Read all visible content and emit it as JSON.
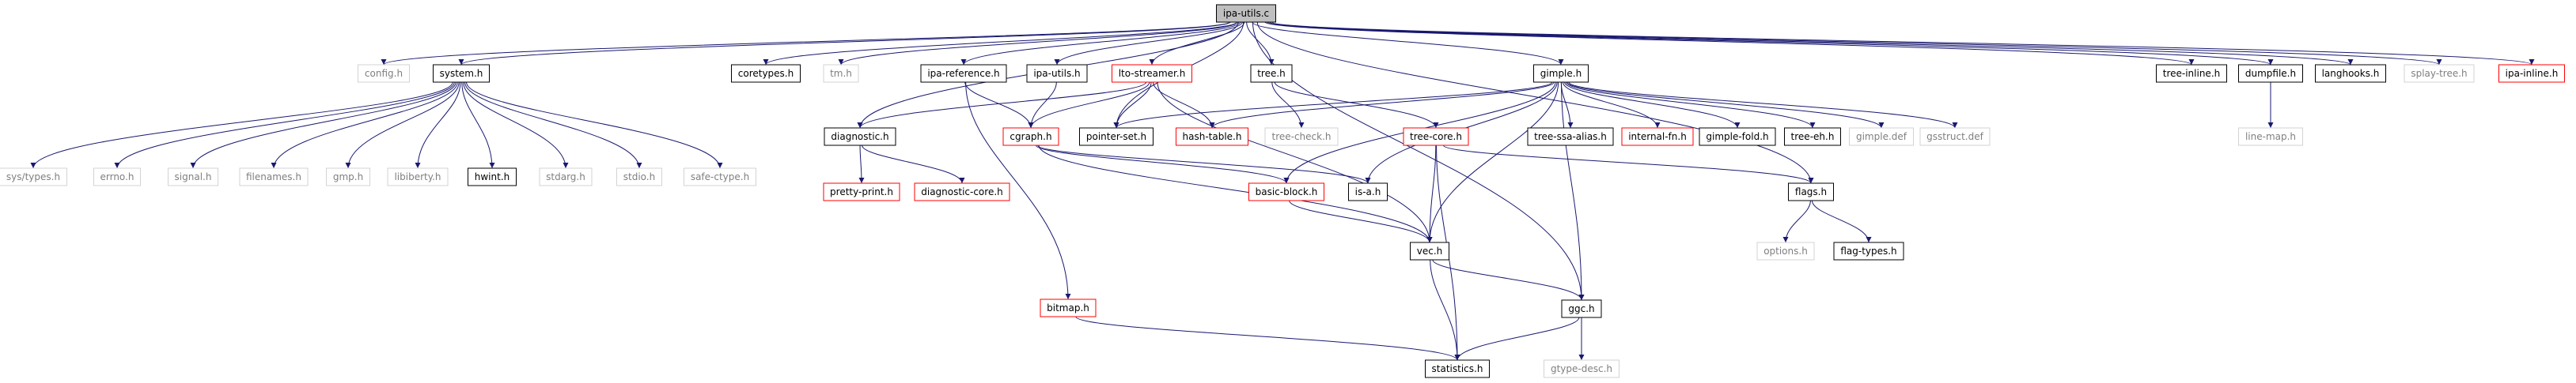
{
  "title": "ipa-utils.c",
  "colors": {
    "edge": "#191970",
    "edge_alt": "#8b1a1a",
    "box_current_fill": "#bfbfbf",
    "box_doc_border": "#000000",
    "box_missing_border": "#d3d3d3",
    "box_trunc_border": "#ff0000",
    "text_normal": "#000000",
    "text_missing": "#7f7f7f"
  },
  "nodes": [
    {
      "id": "ipa_utils_c",
      "label": "ipa-utils.c",
      "kind": "current"
    },
    {
      "id": "config_h",
      "label": "config.h",
      "kind": "missing"
    },
    {
      "id": "system_h",
      "label": "system.h",
      "kind": "doc"
    },
    {
      "id": "coretypes_h",
      "label": "coretypes.h",
      "kind": "doc"
    },
    {
      "id": "tm_h",
      "label": "tm.h",
      "kind": "missing"
    },
    {
      "id": "ipa_reference_h",
      "label": "ipa-reference.h",
      "kind": "doc"
    },
    {
      "id": "ipa_utils_h",
      "label": "ipa-utils.h",
      "kind": "doc"
    },
    {
      "id": "lto_streamer_h",
      "label": "lto-streamer.h",
      "kind": "trunc"
    },
    {
      "id": "tree_h",
      "label": "tree.h",
      "kind": "doc"
    },
    {
      "id": "gimple_h",
      "label": "gimple.h",
      "kind": "doc"
    },
    {
      "id": "tree_inline_h",
      "label": "tree-inline.h",
      "kind": "doc"
    },
    {
      "id": "dumpfile_h",
      "label": "dumpfile.h",
      "kind": "doc"
    },
    {
      "id": "langhooks_h",
      "label": "langhooks.h",
      "kind": "doc"
    },
    {
      "id": "splay_tree_h",
      "label": "splay-tree.h",
      "kind": "missing"
    },
    {
      "id": "ipa_inline_h",
      "label": "ipa-inline.h",
      "kind": "trunc"
    },
    {
      "id": "sys_types_h",
      "label": "sys/types.h",
      "kind": "missing"
    },
    {
      "id": "errno_h",
      "label": "errno.h",
      "kind": "missing"
    },
    {
      "id": "signal_h",
      "label": "signal.h",
      "kind": "missing"
    },
    {
      "id": "filenames_h",
      "label": "filenames.h",
      "kind": "missing"
    },
    {
      "id": "gmp_h",
      "label": "gmp.h",
      "kind": "missing"
    },
    {
      "id": "libiberty_h",
      "label": "libiberty.h",
      "kind": "missing"
    },
    {
      "id": "hwint_h",
      "label": "hwint.h",
      "kind": "doc"
    },
    {
      "id": "stdarg_h",
      "label": "stdarg.h",
      "kind": "missing"
    },
    {
      "id": "stdio_h",
      "label": "stdio.h",
      "kind": "missing"
    },
    {
      "id": "safe_ctype_h",
      "label": "safe-ctype.h",
      "kind": "missing"
    },
    {
      "id": "diagnostic_h",
      "label": "diagnostic.h",
      "kind": "doc"
    },
    {
      "id": "cgraph_h",
      "label": "cgraph.h",
      "kind": "trunc"
    },
    {
      "id": "pointer_set_h",
      "label": "pointer-set.h",
      "kind": "doc"
    },
    {
      "id": "hash_table_h",
      "label": "hash-table.h",
      "kind": "trunc"
    },
    {
      "id": "tree_check_h",
      "label": "tree-check.h",
      "kind": "missing"
    },
    {
      "id": "tree_core_h",
      "label": "tree-core.h",
      "kind": "trunc"
    },
    {
      "id": "tree_ssa_alias_h",
      "label": "tree-ssa-alias.h",
      "kind": "doc"
    },
    {
      "id": "internal_fn_h",
      "label": "internal-fn.h",
      "kind": "trunc"
    },
    {
      "id": "gimple_fold_h",
      "label": "gimple-fold.h",
      "kind": "doc"
    },
    {
      "id": "tree_eh_h",
      "label": "tree-eh.h",
      "kind": "doc"
    },
    {
      "id": "gimple_def",
      "label": "gimple.def",
      "kind": "missing"
    },
    {
      "id": "gsstruct_def",
      "label": "gsstruct.def",
      "kind": "missing"
    },
    {
      "id": "line_map_h",
      "label": "line-map.h",
      "kind": "missing"
    },
    {
      "id": "pretty_print_h",
      "label": "pretty-print.h",
      "kind": "trunc"
    },
    {
      "id": "diagnostic_core_h",
      "label": "diagnostic-core.h",
      "kind": "trunc"
    },
    {
      "id": "basic_block_h",
      "label": "basic-block.h",
      "kind": "trunc"
    },
    {
      "id": "is_a_h",
      "label": "is-a.h",
      "kind": "doc"
    },
    {
      "id": "flags_h",
      "label": "flags.h",
      "kind": "doc"
    },
    {
      "id": "vec_h",
      "label": "vec.h",
      "kind": "doc"
    },
    {
      "id": "options_h",
      "label": "options.h",
      "kind": "missing"
    },
    {
      "id": "flag_types_h",
      "label": "flag-types.h",
      "kind": "doc"
    },
    {
      "id": "bitmap_h",
      "label": "bitmap.h",
      "kind": "trunc"
    },
    {
      "id": "ggc_h",
      "label": "ggc.h",
      "kind": "doc"
    },
    {
      "id": "statistics_h",
      "label": "statistics.h",
      "kind": "doc"
    },
    {
      "id": "gtype_desc_h",
      "label": "gtype-desc.h",
      "kind": "missing"
    }
  ],
  "edges": [
    [
      "ipa_utils_c",
      "config_h"
    ],
    [
      "ipa_utils_c",
      "system_h"
    ],
    [
      "ipa_utils_c",
      "coretypes_h"
    ],
    [
      "ipa_utils_c",
      "tm_h"
    ],
    [
      "ipa_utils_c",
      "ipa_reference_h"
    ],
    [
      "ipa_utils_c",
      "ipa_utils_h"
    ],
    [
      "ipa_utils_c",
      "lto_streamer_h"
    ],
    [
      "ipa_utils_c",
      "tree_h"
    ],
    [
      "ipa_utils_c",
      "gimple_h"
    ],
    [
      "ipa_utils_c",
      "tree_inline_h"
    ],
    [
      "ipa_utils_c",
      "dumpfile_h"
    ],
    [
      "ipa_utils_c",
      "langhooks_h"
    ],
    [
      "ipa_utils_c",
      "splay_tree_h"
    ],
    [
      "ipa_utils_c",
      "ipa_inline_h"
    ],
    [
      "ipa_utils_c",
      "diagnostic_h"
    ],
    [
      "ipa_utils_c",
      "pointer_set_h"
    ],
    [
      "ipa_utils_c",
      "flags_h"
    ],
    [
      "ipa_utils_c",
      "ggc_h"
    ],
    [
      "system_h",
      "sys_types_h"
    ],
    [
      "system_h",
      "errno_h"
    ],
    [
      "system_h",
      "signal_h"
    ],
    [
      "system_h",
      "filenames_h"
    ],
    [
      "system_h",
      "gmp_h"
    ],
    [
      "system_h",
      "libiberty_h"
    ],
    [
      "system_h",
      "hwint_h"
    ],
    [
      "system_h",
      "stdarg_h"
    ],
    [
      "system_h",
      "stdio_h"
    ],
    [
      "system_h",
      "safe_ctype_h"
    ],
    [
      "ipa_reference_h",
      "cgraph_h"
    ],
    [
      "ipa_reference_h",
      "bitmap_h"
    ],
    [
      "ipa_utils_h",
      "cgraph_h"
    ],
    [
      "lto_streamer_h",
      "diagnostic_h"
    ],
    [
      "lto_streamer_h",
      "cgraph_h"
    ],
    [
      "lto_streamer_h",
      "pointer_set_h"
    ],
    [
      "lto_streamer_h",
      "hash_table_h"
    ],
    [
      "lto_streamer_h",
      "vec_h"
    ],
    [
      "tree_h",
      "tree_check_h"
    ],
    [
      "tree_h",
      "tree_core_h"
    ],
    [
      "gimple_h",
      "pointer_set_h"
    ],
    [
      "gimple_h",
      "hash_table_h"
    ],
    [
      "gimple_h",
      "tree_ssa_alias_h"
    ],
    [
      "gimple_h",
      "internal_fn_h"
    ],
    [
      "gimple_h",
      "gimple_fold_h"
    ],
    [
      "gimple_h",
      "tree_eh_h"
    ],
    [
      "gimple_h",
      "gimple_def"
    ],
    [
      "gimple_h",
      "gsstruct_def"
    ],
    [
      "gimple_h",
      "vec_h"
    ],
    [
      "gimple_h",
      "basic_block_h"
    ],
    [
      "gimple_h",
      "is_a_h"
    ],
    [
      "gimple_h",
      "ggc_h"
    ],
    [
      "dumpfile_h",
      "line_map_h"
    ],
    [
      "diagnostic_h",
      "pretty_print_h"
    ],
    [
      "diagnostic_h",
      "diagnostic_core_h"
    ],
    [
      "cgraph_h",
      "basic_block_h"
    ],
    [
      "cgraph_h",
      "is_a_h"
    ],
    [
      "cgraph_h",
      "vec_h"
    ],
    [
      "tree_core_h",
      "vec_h"
    ],
    [
      "tree_core_h",
      "statistics_h"
    ],
    [
      "tree_core_h",
      "flags_h"
    ],
    [
      "basic_block_h",
      "vec_h"
    ],
    [
      "flags_h",
      "options_h"
    ],
    [
      "flags_h",
      "flag_types_h"
    ],
    [
      "vec_h",
      "ggc_h"
    ],
    [
      "vec_h",
      "statistics_h"
    ],
    [
      "bitmap_h",
      "statistics_h"
    ],
    [
      "ggc_h",
      "statistics_h"
    ],
    [
      "ggc_h",
      "gtype_desc_h"
    ]
  ]
}
